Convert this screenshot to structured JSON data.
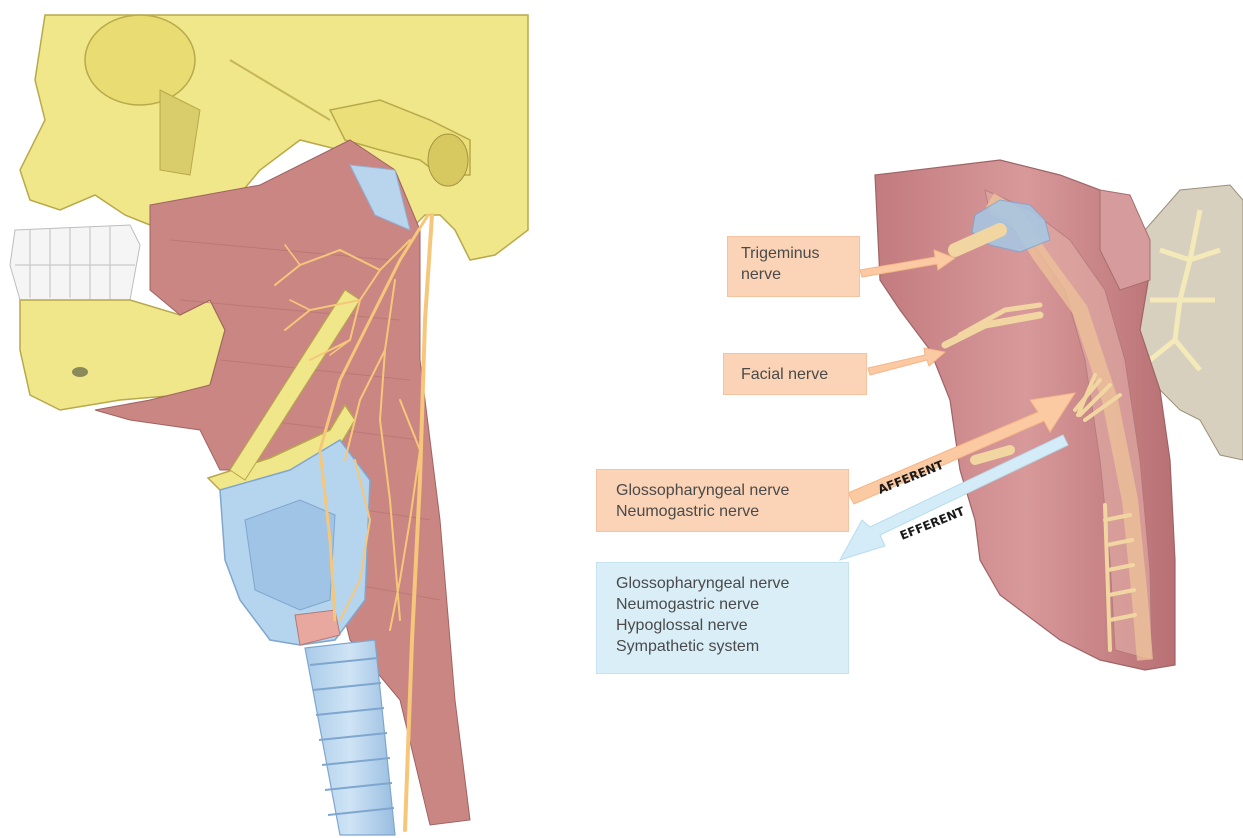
{
  "labels": {
    "trigeminus": [
      "Trigeminus",
      "nerve"
    ],
    "facial": "Facial nerve",
    "afferent_box": [
      "Glossopharyngeal nerve",
      "Neumogastric nerve"
    ],
    "efferent_box": [
      "Glossopharyngeal nerve",
      "Neumogastric nerve",
      "Hypoglossal nerve",
      "Sympathetic system"
    ]
  },
  "arrows": {
    "afferent": "AFFERENT",
    "efferent": "EFFERENT"
  },
  "colors": {
    "bone": "#f0e68a",
    "muscle": "#c98683",
    "nerve": "#f6c77a",
    "cartilage": "#b5d5ef",
    "afferent_box": "#fbd3b6",
    "efferent_box": "#d9eef7"
  }
}
